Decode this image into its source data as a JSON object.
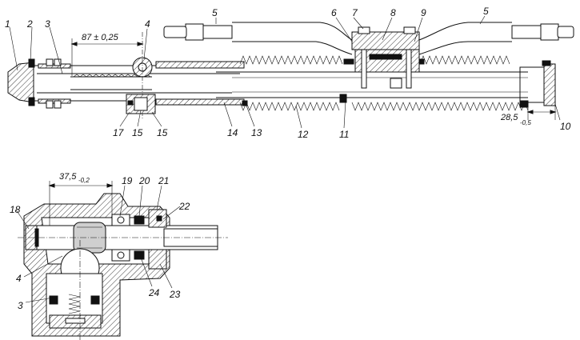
{
  "drawing": {
    "callouts": [
      "1",
      "2",
      "3",
      "4",
      "5",
      "5",
      "6",
      "7",
      "8",
      "9",
      "10",
      "11",
      "12",
      "13",
      "14",
      "15",
      "17",
      "15",
      "19",
      "20",
      "21",
      "22",
      "18",
      "4",
      "3",
      "24",
      "23"
    ],
    "dimensions": {
      "top_center_distance": "87 ± 0,25",
      "top_right_main": "28,5",
      "top_right_tol": "-0,5",
      "bottom_left_main": "37,5",
      "bottom_left_tol": "-0,2"
    }
  }
}
